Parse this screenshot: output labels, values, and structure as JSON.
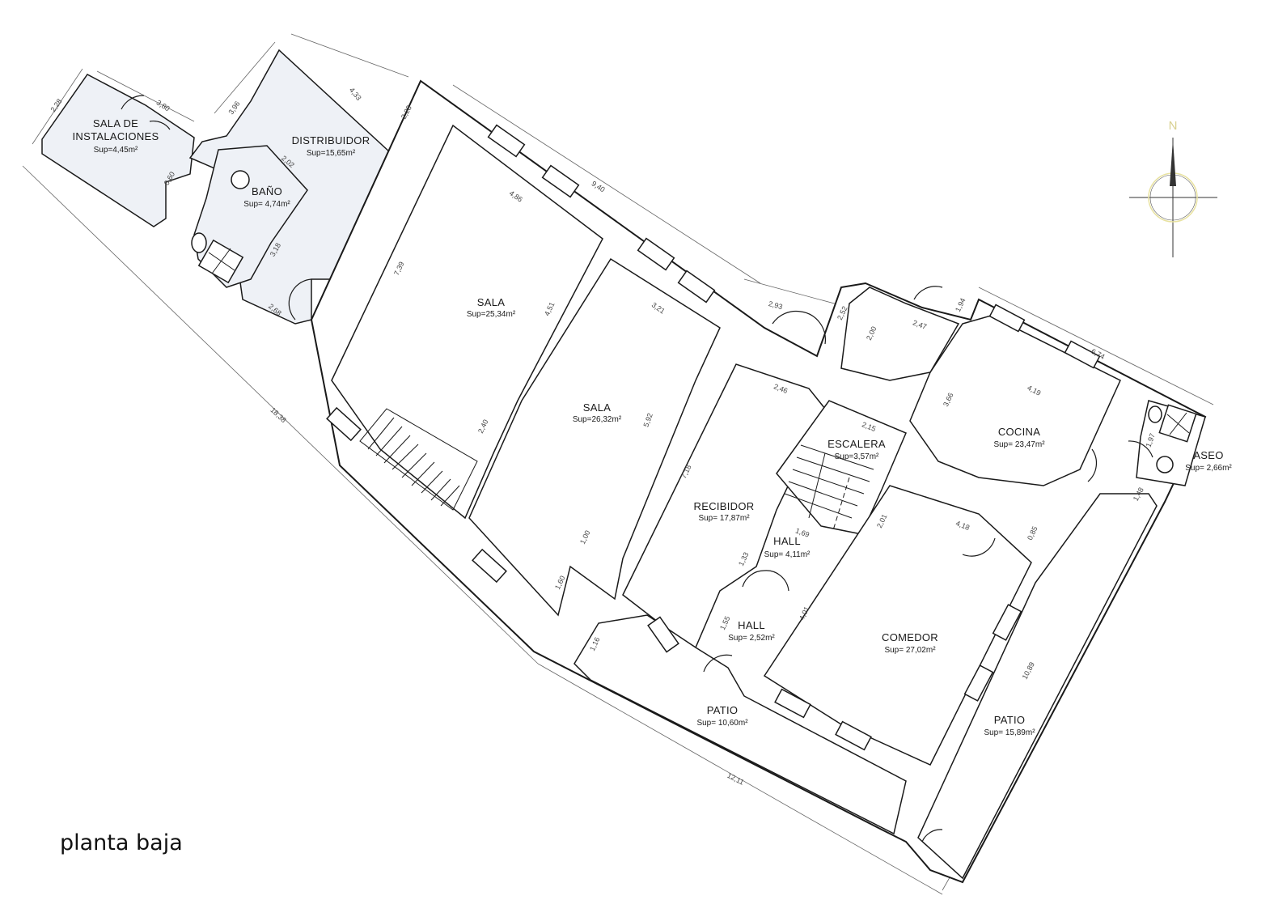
{
  "title": "planta baja",
  "compass_label": "N",
  "colors": {
    "wall": "#1a1a1a",
    "shaded_room": "#eef1f6",
    "compass_ring": "#e8e2a0"
  },
  "rooms": [
    {
      "name": "SALA DE INSTALACIONES",
      "name_line1": "SALA DE",
      "name_line2": "INSTALACIONES",
      "area": "Sup=4,45m²"
    },
    {
      "name": "DISTRIBUIDOR",
      "area": "Sup=15,65m²"
    },
    {
      "name": "BAÑO",
      "area": "Sup= 4,74m²"
    },
    {
      "name": "SALA",
      "area": "Sup=25,34m²"
    },
    {
      "name": "SALA",
      "area": "Sup=26,32m²"
    },
    {
      "name": "RECIBIDOR",
      "area": "Sup= 17,87m²"
    },
    {
      "name": "ESCALERA",
      "area": "Sup=3,57m²"
    },
    {
      "name": "HALL",
      "area": "Sup= 4,11m²"
    },
    {
      "name": "HALL",
      "area": "Sup= 2,52m²"
    },
    {
      "name": "COCINA",
      "area": "Sup= 23,47m²"
    },
    {
      "name": "ASEO",
      "area": "Sup= 2,66m²"
    },
    {
      "name": "COMEDOR",
      "area": "Sup= 27,02m²"
    },
    {
      "name": "PATIO",
      "area": "Sup= 10,60m²"
    },
    {
      "name": "PATIO",
      "area": "Sup= 15,89m²"
    }
  ],
  "dimensions": [
    "2,28",
    "3,80",
    "3,96",
    "4,33",
    "2,28",
    "9,40",
    "0,60",
    "2,02",
    "3,18",
    "2,68",
    "18,38",
    "4,86",
    "7,39",
    "4,51",
    "3,21",
    "2,40",
    "5,92",
    "1,00",
    "1,60",
    "2,93",
    "2,52",
    "2,00",
    "2,47",
    "1,94",
    "6,74",
    "2,46",
    "2,15",
    "7,18",
    "3,66",
    "4,19",
    "1,97",
    "1,69",
    "2,01",
    "4,18",
    "0,85",
    "1,33",
    "1,55",
    "4,01",
    "1,16",
    "12,11",
    "10,89",
    "1,48"
  ]
}
